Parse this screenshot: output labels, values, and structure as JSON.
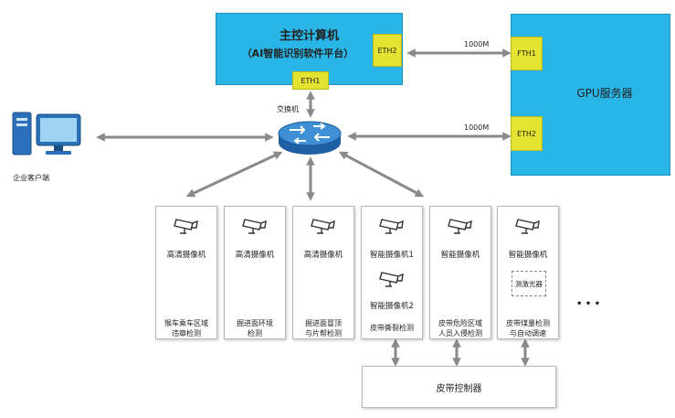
{
  "main_computer": {
    "title": "主控计算机",
    "subtitle": "（AI智能识别软件平台）",
    "eth2": "ETH2",
    "eth1": "ETH1"
  },
  "gpu_server": {
    "title": "GPU服务器",
    "eth1": "FTH1",
    "eth2": "ETH2"
  },
  "link_labels": {
    "top": "1000M",
    "middle": "1000M"
  },
  "switch_label": "交换机",
  "client_label": "企业客户端",
  "cameras": [
    {
      "camera": "高清摄像机",
      "caption": [
        "猴车乘车区域",
        "违章检测"
      ]
    },
    {
      "camera": "高清摄像机",
      "caption": [
        "掘进面环境",
        "检测"
      ]
    },
    {
      "camera": "高清摄像机",
      "caption": [
        "掘进面冒顶",
        "与片帮检测"
      ]
    },
    {
      "camera": "智能摄像机1",
      "camera2": "智能摄像机2",
      "caption": [
        "皮带撕裂检测"
      ]
    },
    {
      "camera": "智能摄像机",
      "caption": [
        "皮带危险区域",
        "人员入侵检测"
      ]
    },
    {
      "camera": "智能摄像机",
      "sensor": "测激光器",
      "caption": [
        "皮带煤量检测",
        "与自动调速"
      ]
    }
  ],
  "ellipsis": "• • •",
  "belt_controller": "皮带控制器"
}
